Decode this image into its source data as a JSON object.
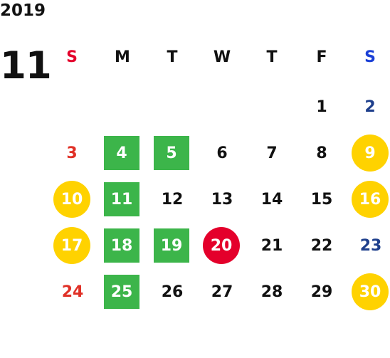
{
  "year": "2019",
  "month": "11",
  "weekdays": [
    "S",
    "M",
    "T",
    "W",
    "T",
    "F",
    "S"
  ],
  "weeks": [
    [
      "",
      "",
      "",
      "",
      "",
      "1",
      "2"
    ],
    [
      "3",
      "4",
      "5",
      "6",
      "7",
      "8",
      "9"
    ],
    [
      "10",
      "11",
      "12",
      "13",
      "14",
      "15",
      "16"
    ],
    [
      "17",
      "18",
      "19",
      "20",
      "21",
      "22",
      "23"
    ],
    [
      "24",
      "25",
      "26",
      "27",
      "28",
      "29",
      "30"
    ]
  ],
  "colors": {
    "sunday_header": "#e4002b",
    "saturday_header": "#1a3fd6",
    "sunday_date": "#e03127",
    "saturday_date": "#1e3f8c",
    "green_highlight": "#3cb54a",
    "yellow_highlight": "#ffd200",
    "red_highlight": "#e4002b"
  },
  "highlights": {
    "green_square": [
      "4",
      "5",
      "11",
      "18",
      "19",
      "25"
    ],
    "yellow_circle": [
      "9",
      "10",
      "16",
      "17",
      "30"
    ],
    "red_circle": [
      "20"
    ]
  }
}
